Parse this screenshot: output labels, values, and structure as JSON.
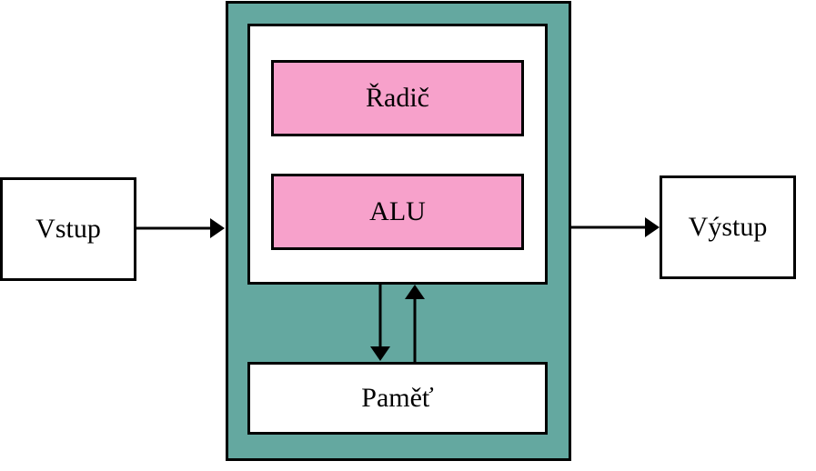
{
  "diagram": {
    "input": {
      "label": "Vstup"
    },
    "output": {
      "label": "Výstup"
    },
    "processor": {
      "controller": {
        "label": "Řadič"
      },
      "alu": {
        "label": "ALU"
      }
    },
    "memory": {
      "label": "Paměť"
    },
    "colors": {
      "processor_fill": "#64a8a0",
      "unit_fill": "#f7a1cb",
      "box_fill": "#ffffff",
      "stroke": "#000000"
    }
  }
}
